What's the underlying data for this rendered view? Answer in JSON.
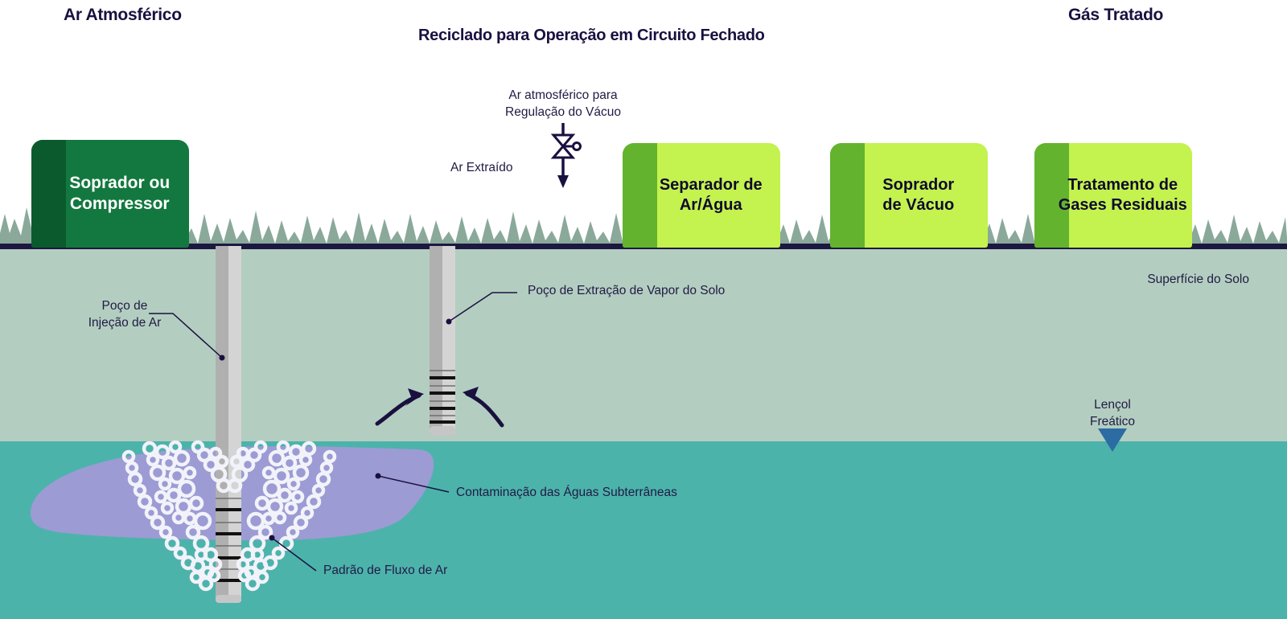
{
  "diagram": {
    "title_left": "Ar Atmosférico",
    "title_center": "Reciclado para Operação em Circuito Fechado",
    "title_right": "Gás Tratado"
  },
  "annotations": {
    "vacuum_regulation_line1": "Ar atmosférico para",
    "vacuum_regulation_line2": "Regulação do Vácuo",
    "extracted_air": "Ar Extraído",
    "soil_surface": "Superfície do Solo",
    "water_table_line1": "Lençol",
    "water_table_line2": "Freático",
    "air_injection_well_line1": "Poço de",
    "air_injection_well_line2": "Injeção de Ar",
    "sve_well": "Poço de Extração de Vapor do Solo",
    "groundwater_contamination": "Contaminação das Águas Subterrâneas",
    "air_flow_pattern": "Padrão de Fluxo de Ar"
  },
  "equipment": [
    {
      "id": "blower-compressor",
      "line1": "Soprador ou",
      "line2": "Compressor",
      "style": "dark"
    },
    {
      "id": "air-water-separator",
      "line1": "Separador de",
      "line2": "Ar/Água",
      "style": "lime"
    },
    {
      "id": "vacuum-blower",
      "line1": "Soprador",
      "line2": "de Vácuo",
      "style": "lime"
    },
    {
      "id": "waste-gas-treatment",
      "line1": "Tratamento de",
      "line2": "Gases Residuais",
      "style": "lime"
    }
  ],
  "colors": {
    "ink": "#1a1040",
    "sky": "#ffffff",
    "grass": "#8aa99a",
    "ground_line": "#1d1840",
    "vadose_soil": "#b3cec0",
    "groundwater": "#4cb3ab",
    "plume": "#9c9bd4",
    "box_dark_green": "#13783f",
    "box_dark_green_side": "#0b5a2d",
    "box_lime": "#c4f24e",
    "box_lime_side": "#63b32e",
    "pipe_light": "#d4d4d4",
    "pipe_shadow": "#b0b0b0",
    "screen_line": "#111111",
    "bubble": "#f2f2fa",
    "water_table_marker": "#2c6ca3"
  }
}
